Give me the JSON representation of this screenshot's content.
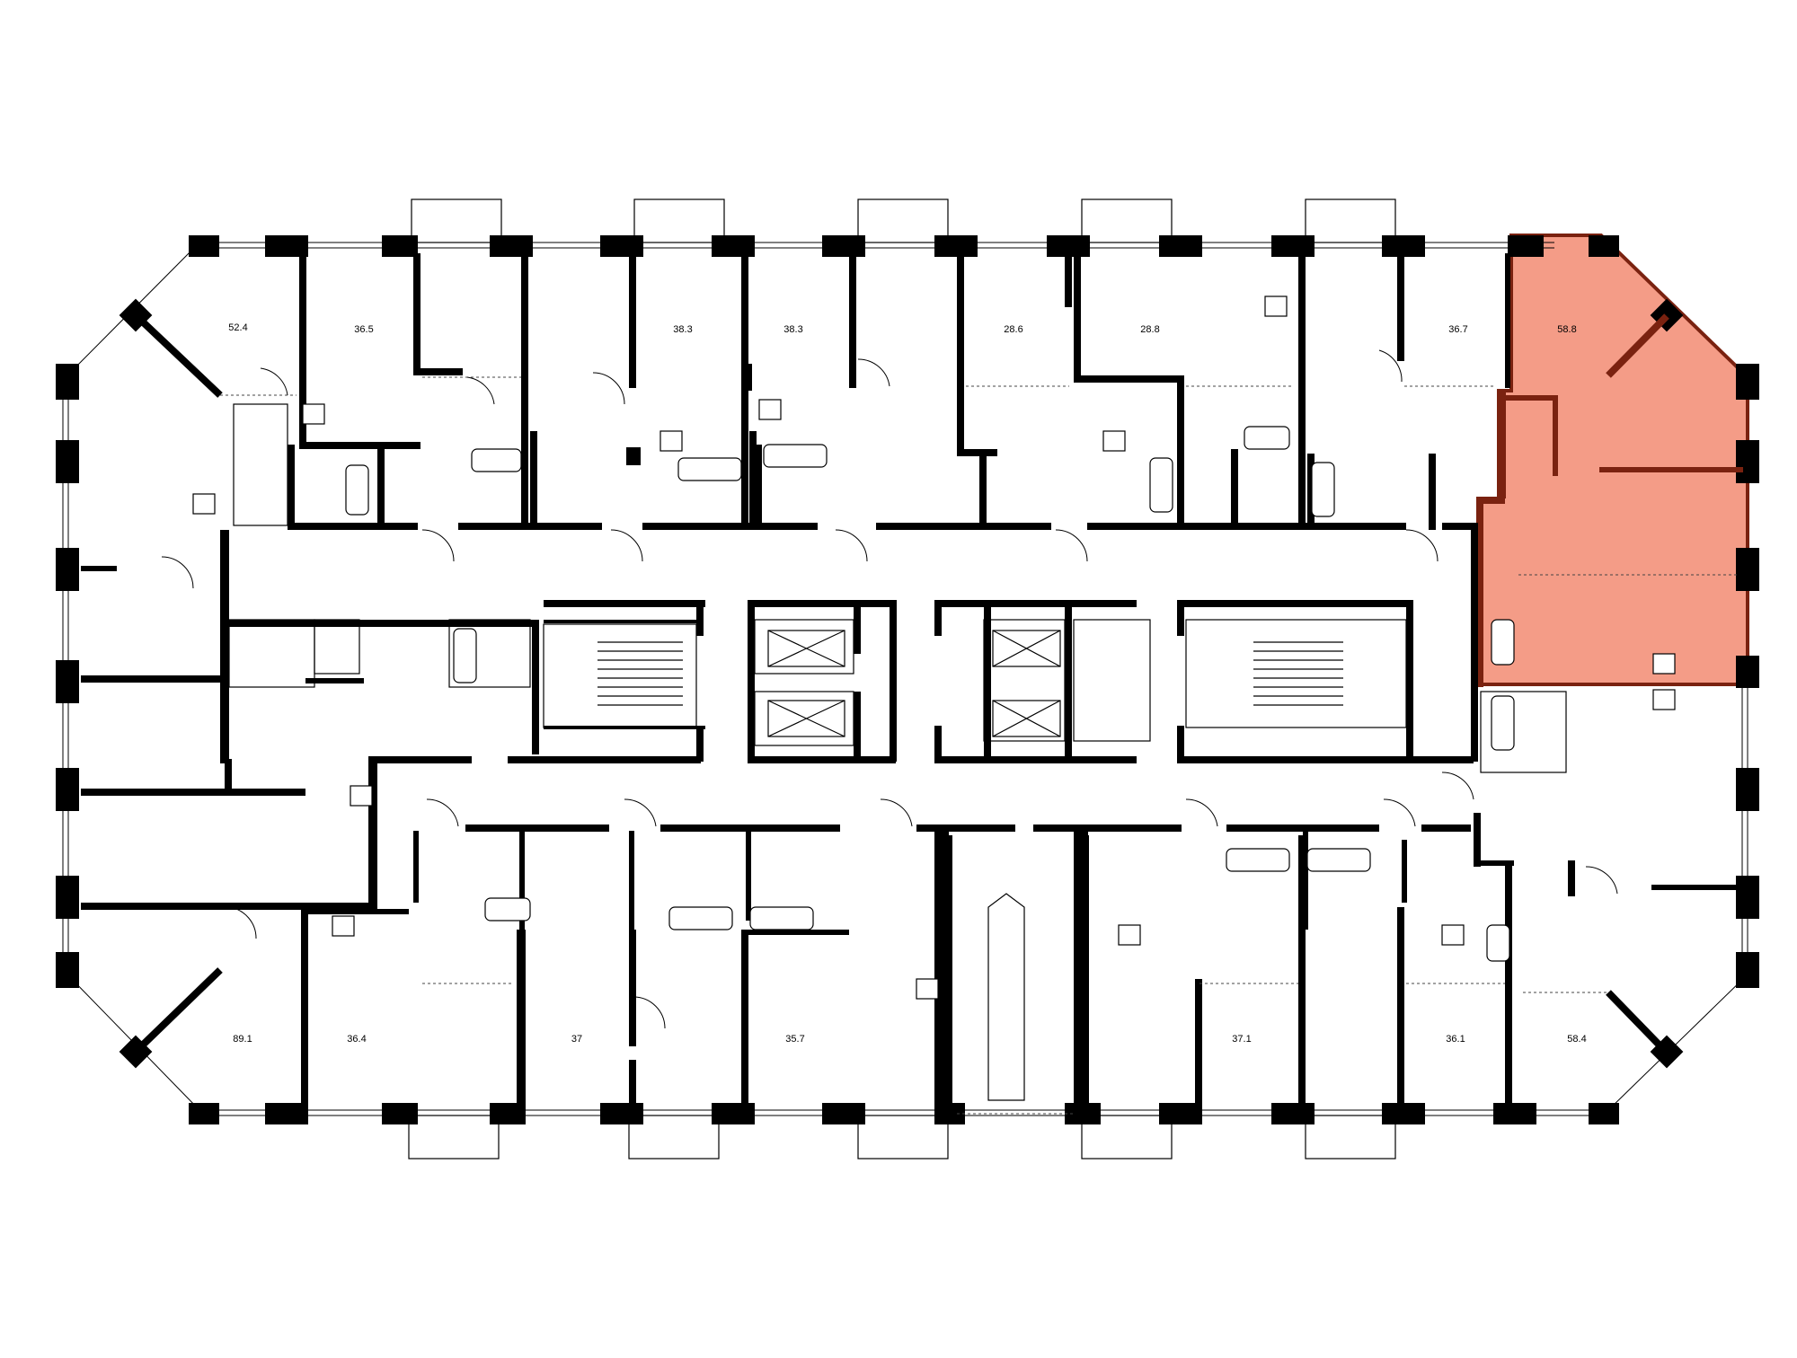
{
  "plan": {
    "highlight_color": "#f28b72",
    "highlight_border": "#7a2210",
    "units": [
      {
        "id": "u-52-4",
        "area": "52.4",
        "selected": false
      },
      {
        "id": "u-36-5",
        "area": "36.5",
        "selected": false
      },
      {
        "id": "u-38-3a",
        "area": "38.3",
        "selected": false
      },
      {
        "id": "u-38-3b",
        "area": "38.3",
        "selected": false
      },
      {
        "id": "u-28-6",
        "area": "28.6",
        "selected": false
      },
      {
        "id": "u-28-8",
        "area": "28.8",
        "selected": false
      },
      {
        "id": "u-36-7",
        "area": "36.7",
        "selected": false
      },
      {
        "id": "u-58-8",
        "area": "58.8",
        "selected": true
      },
      {
        "id": "u-89-1",
        "area": "89.1",
        "selected": false
      },
      {
        "id": "u-36-4",
        "area": "36.4",
        "selected": false
      },
      {
        "id": "u-37",
        "area": "37",
        "selected": false
      },
      {
        "id": "u-35-7",
        "area": "35.7",
        "selected": false
      },
      {
        "id": "u-37-1",
        "area": "37.1",
        "selected": false
      },
      {
        "id": "u-36-1",
        "area": "36.1",
        "selected": false
      },
      {
        "id": "u-58-4",
        "area": "58.4",
        "selected": false
      }
    ]
  }
}
